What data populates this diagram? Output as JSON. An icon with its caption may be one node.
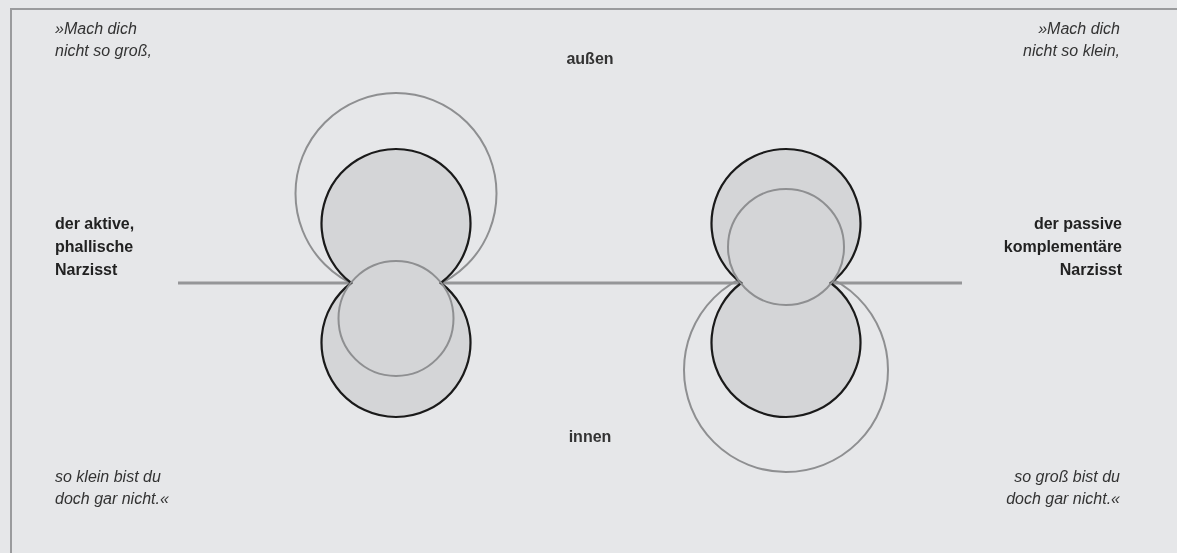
{
  "diagram": {
    "nodes": [
      {
        "text": [
          "der aktive, phallische Narzisst"
        ]
      },
      {
        "text": [],
        "shape": "picture"
      },
      {
        "text": [],
        "shape": "picture"
      },
      {
        "text": [
          "der passive komplementäre Narzisst"
        ]
      }
    ],
    "edges": [
      {
        "from": 0,
        "to": 1,
        "arrow": "none"
      },
      {
        "from": 1,
        "to": 2,
        "arrow": "none"
      },
      {
        "from": 2,
        "to": 3,
        "arrow": "none"
      }
    ],
    "labels": [
      "»Mach dich nicht so groß,",
      "außen",
      "»Mach dich nicht so klein,",
      "so klein bist du doch gar nicht.«",
      "innen",
      "so groß bist du doch gar nicht.«"
    ]
  }
}
